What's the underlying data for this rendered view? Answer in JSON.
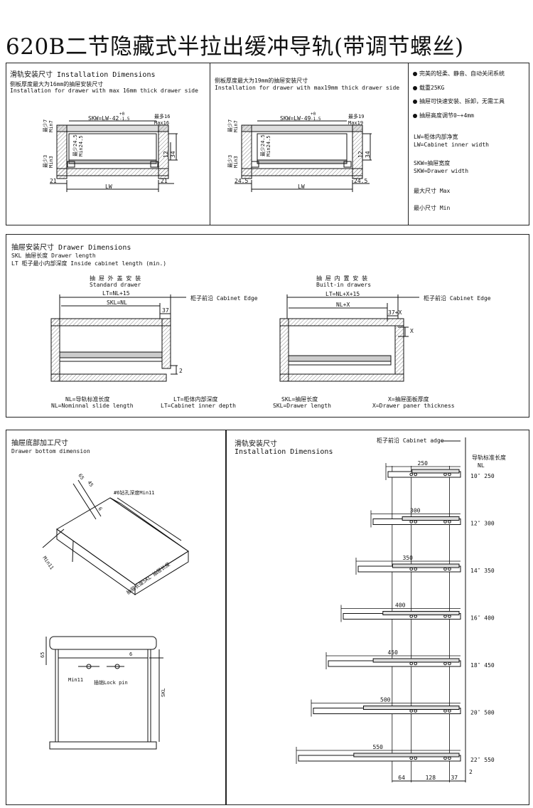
{
  "title": "620B二节隐藏式半拉出缓冲导轨(带调节螺丝)",
  "install": {
    "heading": "滑轨安装尺寸  Installation Dimensions",
    "left": {
      "cn": "侧板厚度最大为16mm的抽屉安装尺寸",
      "en": "Installation for drawer with max 16mm thick drawer side",
      "skw": "SKW=LW-42",
      "skw_tol_up": "+0",
      "skw_tol_dn": "-1.5",
      "side_max": "最多16",
      "side_max_en": "Max16",
      "left_top": "最少7",
      "left_top_en": "Min7",
      "mid": "最少24.5",
      "mid_en": "Min24.5",
      "bot": "最少3",
      "bot_en": "Min3",
      "dim12": "12",
      "dim34": "34",
      "dim21a": "21",
      "dim21b": "21",
      "lw": "LW"
    },
    "right": {
      "cn": "侧板厚度最大为19mm的抽屉安装尺寸",
      "en": "Installation for drawer with max19mm thick drawer side",
      "skw": "SKW=LW-49",
      "skw_tol_up": "+0",
      "skw_tol_dn": "-1.5",
      "side_max": "最多19",
      "side_max_en": "Max19",
      "left_top": "最少7",
      "left_top_en": "Min7",
      "mid": "最少24.5",
      "mid_en": "Min24.5",
      "bot": "最少3",
      "bot_en": "Min3",
      "dim12": "12",
      "dim34": "34",
      "dim_a": "24.5",
      "dim_b": "24.5",
      "lw": "LW"
    },
    "features": [
      "完美的轻柔、静音、自动关闭系统",
      "载重25KG",
      "抽屉可快速安装、拆卸，无需工具",
      "抽屉高度调节0~+4mm"
    ],
    "legend": [
      "LW=柜体内部净宽",
      "LW=Cabinet inner width",
      "SKW=抽屉宽度",
      "SKW=Drawer width",
      "最大尺寸 Max",
      "最小尺寸 Min"
    ]
  },
  "drawer": {
    "heading": "抽屉安装尺寸 Drawer Dimensions",
    "skl": "SKL 抽屉长度 Drawer length",
    "lt": "LT 柜子最小内部深度 Inside cabinet length (min.)",
    "standard_cn": "抽 屉 外 盖 安 装",
    "standard_en": "Standard  drawer",
    "builtin_cn": "抽 屉 内 置 安 装",
    "builtin_en": "Built-in drawers",
    "std_lt": "LT=NL+15",
    "std_skl": "SKL=NL",
    "std_37": "37",
    "std_2": "2",
    "edge": "柜子前沿  Cabinet Edge",
    "bi_lt": "LT=NL+X+15",
    "bi_nl": "NL+X",
    "bi_37": "37+X",
    "bi_x": "X",
    "legend": [
      [
        "NL=导轨标准长度",
        "NL=Nominnal slide length"
      ],
      [
        "LT=柜体内部深度",
        "LT=Cabinet inner depth"
      ],
      [
        "SKL=抽屉长度",
        "SKL=Drawer length"
      ],
      [
        "X=抽屉面板厚度",
        "X=Drawer paner thickness"
      ]
    ]
  },
  "bottom": {
    "heading": "抽屉底部加工尺寸",
    "sub": "Drawer bottom dimension",
    "hole": "#6钻孔深度Min11",
    "d65": "65",
    "d45": "45",
    "d6": "6",
    "dim_skl": "抽屉长度SKL 抽屉长度",
    "min11": "Min11",
    "d65b": "65",
    "d6b": "6",
    "lockpin": "插销Lock pin",
    "skl": "SKL",
    "min11b": "Min11"
  },
  "slides": {
    "heading_cn": "滑轨安装尺寸",
    "heading_en": "Installation Dimensions",
    "edge": "柜子前沿 Cabinet adge",
    "nl_cn": "导轨标准长度",
    "nl_en": "NL",
    "rows": [
      {
        "len": "250",
        "label": "10″ 250",
        "value": 250
      },
      {
        "len": "300",
        "label": "12″ 300",
        "value": 300
      },
      {
        "len": "350",
        "label": "14″ 350",
        "value": 350
      },
      {
        "len": "400",
        "label": "16″ 400",
        "value": 400
      },
      {
        "len": "450",
        "label": "18″ 450",
        "value": 450
      },
      {
        "len": "500",
        "label": "20″ 500",
        "value": 500
      },
      {
        "len": "550",
        "label": "22″ 550",
        "value": 550
      }
    ],
    "d64": "64",
    "d128": "128",
    "d37": "37",
    "d2": "2"
  }
}
